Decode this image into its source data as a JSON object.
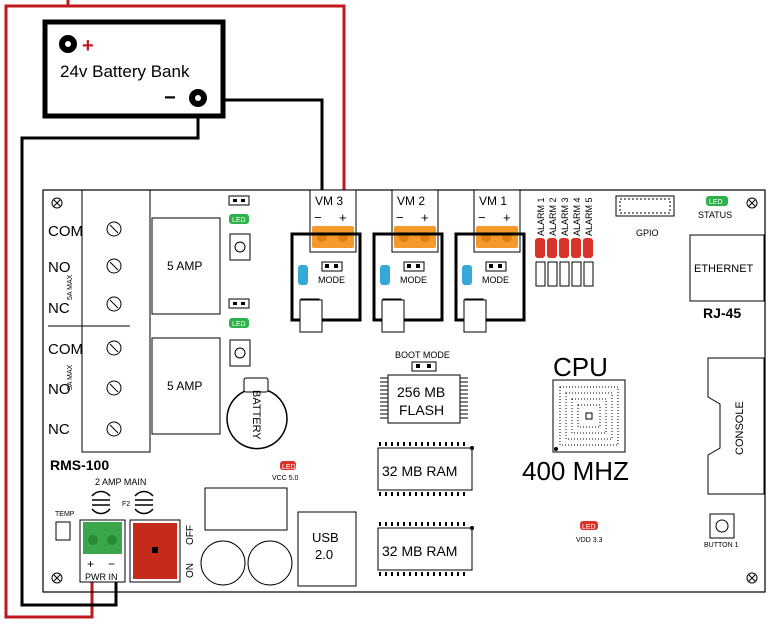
{
  "battery": {
    "label": "24v Battery Bank",
    "plus": "+",
    "minus": "−"
  },
  "board": {
    "name": "RMS-100",
    "relays": [
      {
        "com": "COM",
        "no": "NO",
        "nc": "NC",
        "rating": "5A MAX",
        "fuse": "5 AMP"
      },
      {
        "com": "COM",
        "no": "NO",
        "nc": "NC",
        "rating": "5A MAX",
        "fuse": "5 AMP"
      }
    ],
    "battery_label": "BATTERY",
    "vcc_label": "VCC 5.0",
    "vdd_label": "VDD 3.3",
    "power": {
      "main_label": "2 AMP MAIN",
      "fuse_label": "F2",
      "temp_label": "TEMP",
      "pwr_in_label": "PWR IN",
      "plus": "+",
      "minus": "−",
      "on_label": "ON",
      "off_label": "OFF"
    },
    "usb": {
      "line1": "USB",
      "line2": "2.0"
    },
    "vm": [
      {
        "label": "VM  3",
        "minus": "−",
        "plus": "+",
        "mode": "MODE",
        "led": "LED"
      },
      {
        "label": "VM  2",
        "minus": "−",
        "plus": "+",
        "mode": "MODE",
        "led": "LED"
      },
      {
        "label": "VM  1",
        "minus": "−",
        "plus": "+",
        "mode": "MODE",
        "led": "LED"
      }
    ],
    "alarms": [
      "ALARM 1",
      "ALARM 2",
      "ALARM 3",
      "ALARM 4",
      "ALARM 5"
    ],
    "led_word": "LED",
    "gpio_label": "GPIO",
    "status_label": "STATUS",
    "ethernet_label": "ETHERNET",
    "rj45_label": "RJ-45",
    "boot_mode_label": "BOOT MODE",
    "flash": {
      "line1": "256 MB",
      "line2": "FLASH"
    },
    "ram_labels": [
      "32 MB RAM",
      "32 MB RAM"
    ],
    "cpu_label": "CPU",
    "cpu_speed": "400 MHZ",
    "console_label": "CONSOLE",
    "button_label": "BUTTON 1"
  },
  "colors": {
    "red_wire": "#c0181e",
    "black_wire": "#000000",
    "orange_terminal": "#f59a2a",
    "green_terminal": "#3aa84a",
    "red_switch": "#c62a1a",
    "led_green": "#2db24a",
    "led_red": "#d9342a",
    "led_blue": "#36a8d8"
  }
}
